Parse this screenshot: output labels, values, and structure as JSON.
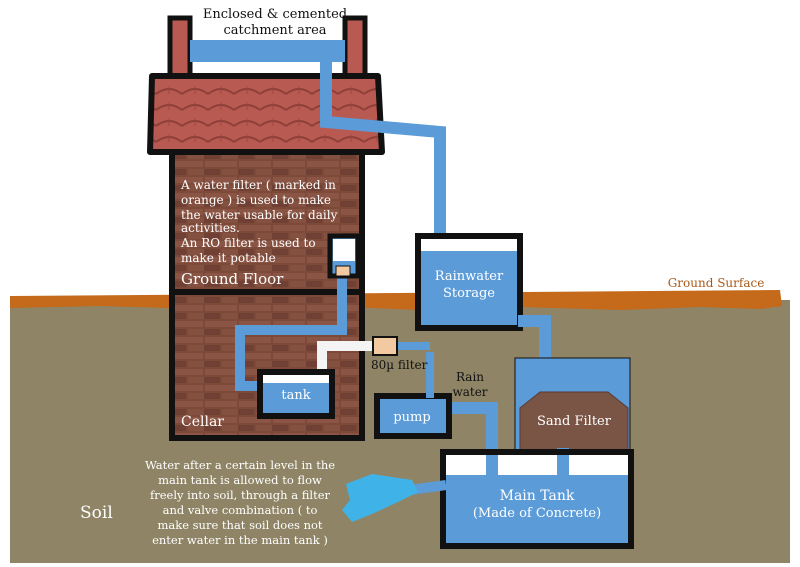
{
  "labels": {
    "catchment": [
      "Enclosed & cemented",
      "catchment area"
    ],
    "ground_surface": "Ground Surface",
    "rainwater_storage": [
      "Rainwater",
      "Storage"
    ],
    "filter_note": [
      "A water filter ( marked in",
      "orange ) is used to make",
      "the water usable for daily",
      "activities.",
      "An RO filter is used to",
      "make it potable"
    ],
    "ground_floor": "Ground Floor",
    "cellar": "Cellar",
    "tank": "tank",
    "micron_filter": "80µ filter",
    "pump": "pump",
    "rain_water": [
      "Rain",
      "water"
    ],
    "sand_filter": "Sand Filter",
    "main_tank": [
      "Main Tank",
      "(Made of Concrete)"
    ],
    "overflow_note": [
      "Water after a certain level in the",
      "main tank is allowed to flow",
      "freely into soil, through a filter",
      "and valve combination ( to",
      "make sure that soil does not",
      "enter water in the main tank )"
    ],
    "soil": "Soil"
  },
  "colors": {
    "soil": "#8f8466",
    "ground_surface": "#c46a1a",
    "brick": "#7d4a3a",
    "roof": "#b85a52",
    "water": "#5b9bd8",
    "tank_outline": "#111111",
    "sand": "#7a5546",
    "filter_orange": "#f2c9a0",
    "ground_surface_text": "#a8581a"
  }
}
